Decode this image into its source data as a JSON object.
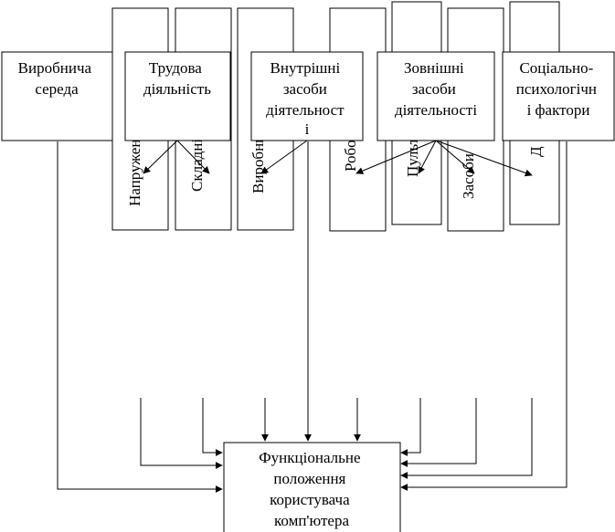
{
  "top_boxes": [
    {
      "id": "vyrobnycha-sereda",
      "lines": [
        "Виробнича",
        "середа"
      ]
    },
    {
      "id": "trudova-diialnist",
      "lines": [
        "Трудова",
        "діяльність"
      ]
    },
    {
      "id": "vnutrishni-zasoby",
      "lines": [
        "Внутрішні",
        "засоби",
        "діятельност",
        "і"
      ]
    },
    {
      "id": "zovnishni-zasoby",
      "lines": [
        "Зовнішні",
        "засоби",
        "діятельності"
      ]
    },
    {
      "id": "sotsialno-psykholohichni",
      "lines": [
        "Соціально-",
        "психологічн",
        "і фактори"
      ]
    }
  ],
  "column_boxes": [
    {
      "id": "napruzhenist",
      "visible_text": "Напруженості"
    },
    {
      "id": "skladnist",
      "visible_text": "Складність"
    },
    {
      "id": "vyrobnychi",
      "visible_text": "Виробничі"
    },
    {
      "id": "robochi",
      "visible_text": "Робочі"
    },
    {
      "id": "pult",
      "visible_text": "Пульт"
    },
    {
      "id": "zasoby",
      "visible_text": "Засоби"
    },
    {
      "id": "dodatkovi",
      "visible_text": "Д"
    }
  ],
  "bottom_box": {
    "lines": [
      "Функціональне",
      "положення",
      "користувача",
      "комп'ютера"
    ]
  }
}
